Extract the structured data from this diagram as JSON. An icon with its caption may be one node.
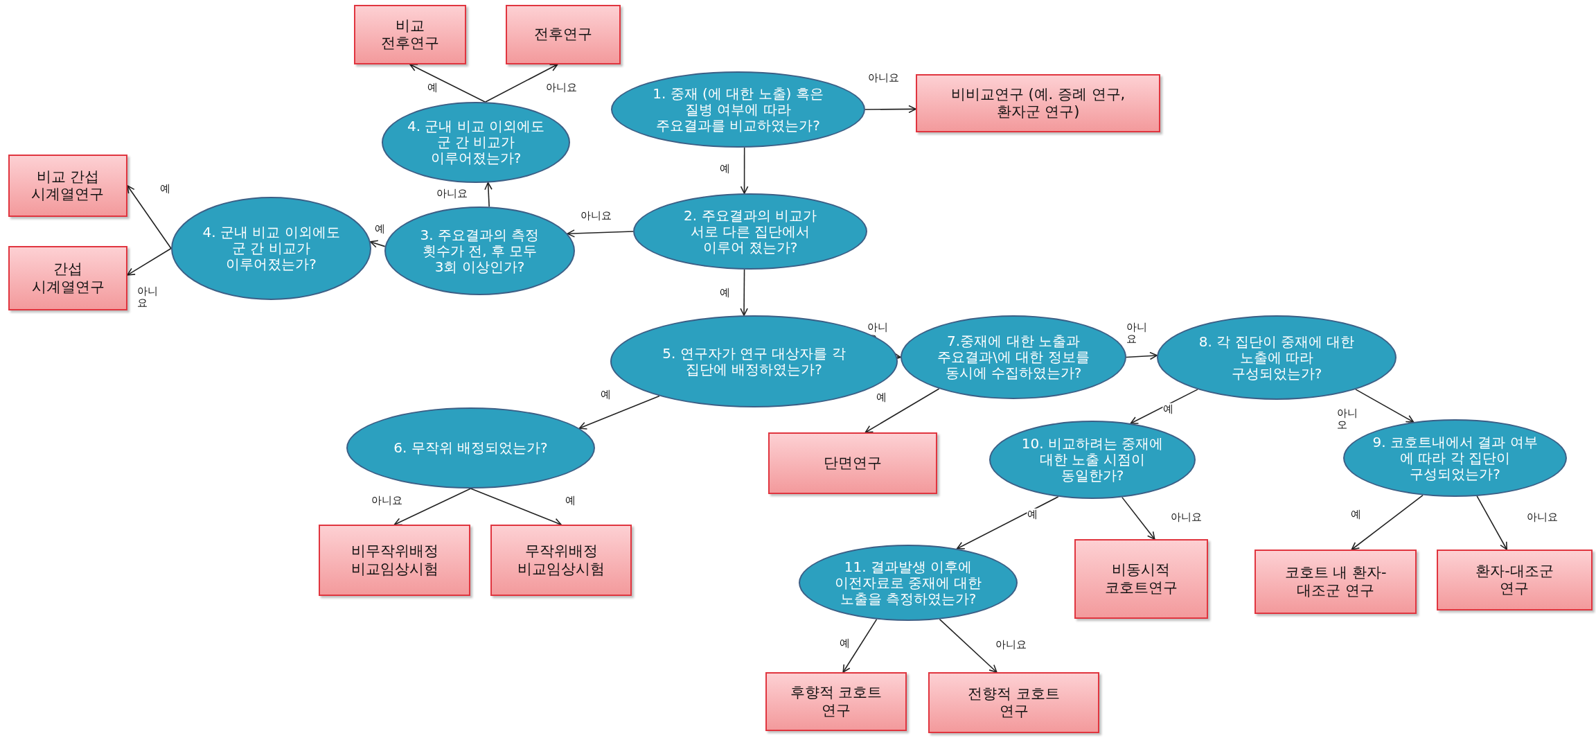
{
  "diagram": {
    "nodes": [
      {
        "text": [
          "1. 중재 (에 대한 노출) 혹은 질병 여부에 따라 주요결과를 비교하였는가?"
        ]
      },
      {
        "text": [
          "비비교연구 (예. 증례 연구, 환자군 연구)"
        ]
      },
      {
        "text": [
          "2. 주요결과의 비교가 서로 다른 집단에서 이루어 졌는가?"
        ]
      },
      {
        "text": [
          "3. 주요결과의 측정 횟수가 전, 후 모두 3회 이상인가?"
        ]
      },
      {
        "text": [
          "4. 군내 비교 이외에도 군 간 비교가 이루어졌는가?"
        ]
      },
      {
        "text": [
          "비교 전후연구"
        ]
      },
      {
        "text": [
          "전후연구"
        ]
      },
      {
        "text": [
          "4. 군내 비교 이외에도 군 간 비교가 이루어졌는가?"
        ]
      },
      {
        "text": [
          "비교 간섭 시계열연구"
        ]
      },
      {
        "text": [
          "간섭 시계열연구"
        ]
      },
      {
        "text": [
          "5. 연구자가 연구 대상자를 각 집단에 배정하였는가?"
        ]
      },
      {
        "text": [
          "6. 무작위 배정되었는가?"
        ]
      },
      {
        "text": [
          "비무작위배정 비교임상시험"
        ]
      },
      {
        "text": [
          "무작위배정 비교임상시험"
        ]
      },
      {
        "text": [
          "7.중재에 대한 노출과 주요결과\\에 대한 정보를 동시에 수집하였는가?"
        ]
      },
      {
        "text": [
          "단면연구"
        ]
      },
      {
        "text": [
          "8. 각 집단이 중재에 대한 노출에 따라 구성되었는가?"
        ]
      },
      {
        "text": [
          "10. 비교하려는 중재에 대한 노출 시점이 동일한가?"
        ]
      },
      {
        "text": [
          "9. 코호트내에서 결과 여부 에 따라 각 집단이 구성되었는가?"
        ]
      },
      {
        "text": [
          "11. 결과발생 이후에 이전자료로 중재에 대한 노출을 측정하였는가?"
        ]
      },
      {
        "text": [
          "비동시적 코호트연구"
        ]
      },
      {
        "text": [
          "코호트 내 환자-대조군 연구"
        ]
      },
      {
        "text": [
          "환자-대조군 연구"
        ]
      },
      {
        "text": [
          "후향적 코호트 연구"
        ]
      },
      {
        "text": [
          "전향적 코호트 연구"
        ]
      }
    ],
    "edges": [
      {
        "from": 0,
        "to": 1,
        "arrow": "to",
        "label": "아니요"
      },
      {
        "from": 0,
        "to": 2,
        "arrow": "to",
        "label": "예"
      },
      {
        "from": 2,
        "to": 3,
        "arrow": "to",
        "label": "아니요"
      },
      {
        "from": 3,
        "to": 4,
        "arrow": "to",
        "label": "아니요"
      },
      {
        "from": 4,
        "to": 5,
        "arrow": "to",
        "label": "예"
      },
      {
        "from": 4,
        "to": 6,
        "arrow": "to",
        "label": "아니요"
      },
      {
        "from": 3,
        "to": 7,
        "arrow": "to",
        "label": "예"
      },
      {
        "from": 7,
        "to": 8,
        "arrow": "to",
        "label": "예"
      },
      {
        "from": 7,
        "to": 9,
        "arrow": "to",
        "label": "아니요"
      },
      {
        "from": 2,
        "to": 10,
        "arrow": "to",
        "label": "예"
      },
      {
        "from": 10,
        "to": 11,
        "arrow": "to",
        "label": "예"
      },
      {
        "from": 11,
        "to": 12,
        "arrow": "to",
        "label": "아니요"
      },
      {
        "from": 11,
        "to": 13,
        "arrow": "to",
        "label": "예"
      },
      {
        "from": 10,
        "to": 14,
        "arrow": "to",
        "label": "아니요"
      },
      {
        "from": 14,
        "to": 15,
        "arrow": "to",
        "label": "예"
      },
      {
        "from": 14,
        "to": 16,
        "arrow": "to",
        "label": "아니요"
      },
      {
        "from": 16,
        "to": 17,
        "arrow": "to",
        "label": "예"
      },
      {
        "from": 16,
        "to": 18,
        "arrow": "to",
        "label": "아니오"
      },
      {
        "from": 17,
        "to": 19,
        "arrow": "to",
        "label": "예"
      },
      {
        "from": 17,
        "to": 20,
        "arrow": "to",
        "label": "아니요"
      },
      {
        "from": 18,
        "to": 21,
        "arrow": "to",
        "label": "예"
      },
      {
        "from": 18,
        "to": 22,
        "arrow": "to",
        "label": "아니요"
      },
      {
        "from": 19,
        "to": 23,
        "arrow": "to",
        "label": "예"
      },
      {
        "from": 19,
        "to": 24,
        "arrow": "to",
        "label": "아니요"
      }
    ]
  }
}
